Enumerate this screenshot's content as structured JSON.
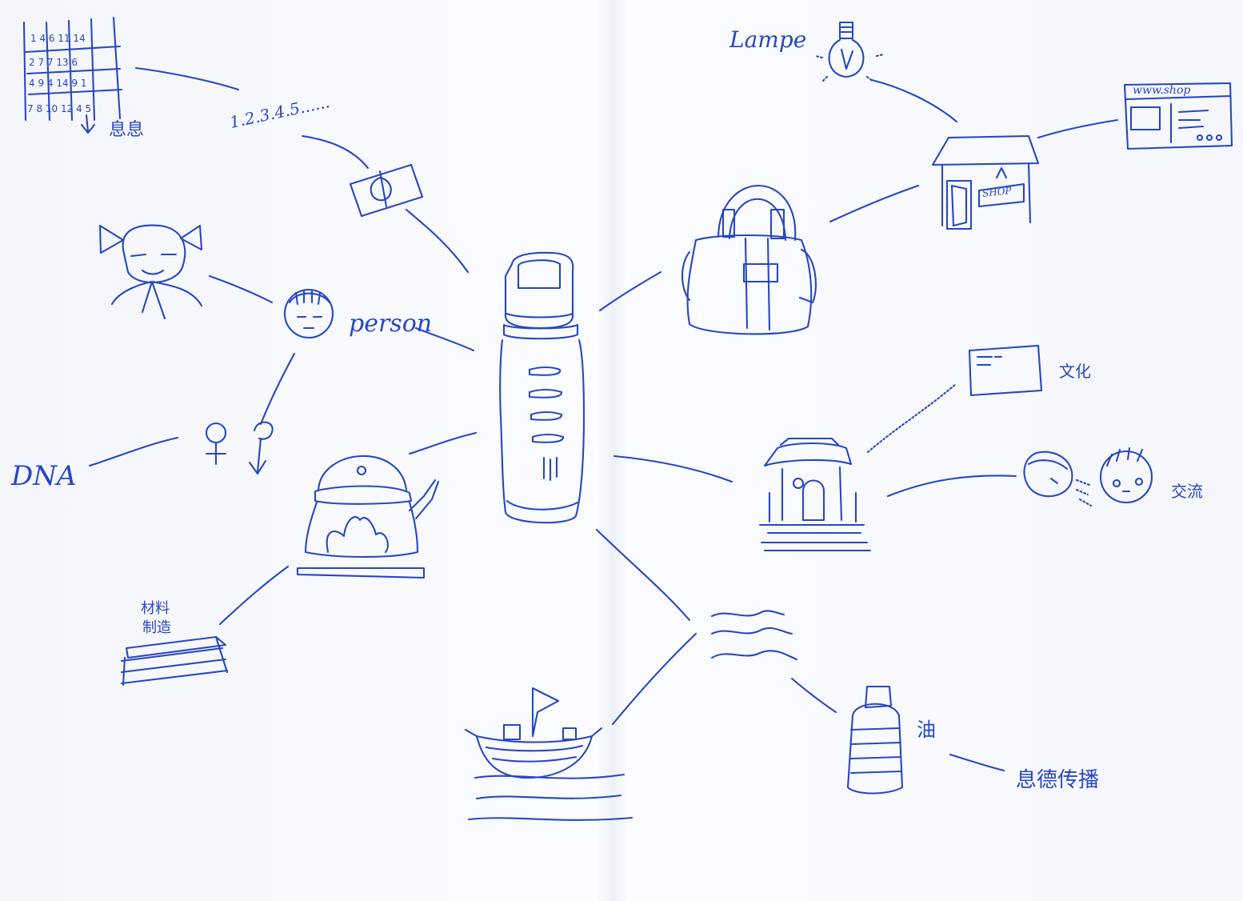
{
  "labels": {
    "lampe": "Lampe",
    "person": "person",
    "dna": "DNA",
    "numbers": "1.2.3.4.5......",
    "info_top": "息息",
    "material": "材料",
    "material2": "制造",
    "oil": "油",
    "info_spread": "息德传播",
    "culture": "文化",
    "exchange": "交流",
    "shop_sign": "SHOP",
    "web": "www.shop"
  },
  "colors": {
    "ink": "#2747c4",
    "paper": "#f7f9fd"
  }
}
